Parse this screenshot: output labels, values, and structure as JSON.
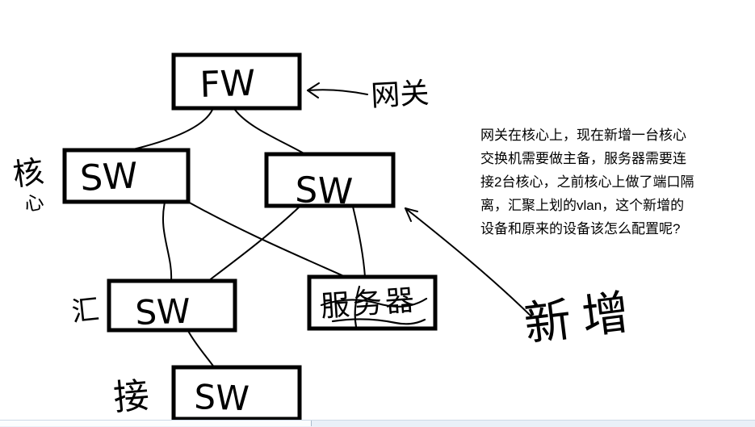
{
  "diagram": {
    "firewall_label": "FW",
    "core_left_label": "SW",
    "core_right_label": "SW",
    "agg_label": "SW",
    "access_label": "SW",
    "server_label": "服务器",
    "gateway_annotation": "网关",
    "core_annotation": "核",
    "core_annotation2": "心",
    "agg_annotation": "汇",
    "access_annotation": "接",
    "new_device_annotation": "新增"
  },
  "note": {
    "lines": [
      "网关在核心上，现在新增一台核心",
      "交换机需要做主备，服务器需要连",
      "接2台核心，之前核心上做了端口隔",
      "离，汇聚上划的vlan，这个新增的",
      "设备和原来的设备该怎么配置呢?"
    ]
  },
  "colors": {
    "ink": "#000000",
    "background": "#ffffff",
    "scrollbar_track": "#e9f0f8"
  }
}
